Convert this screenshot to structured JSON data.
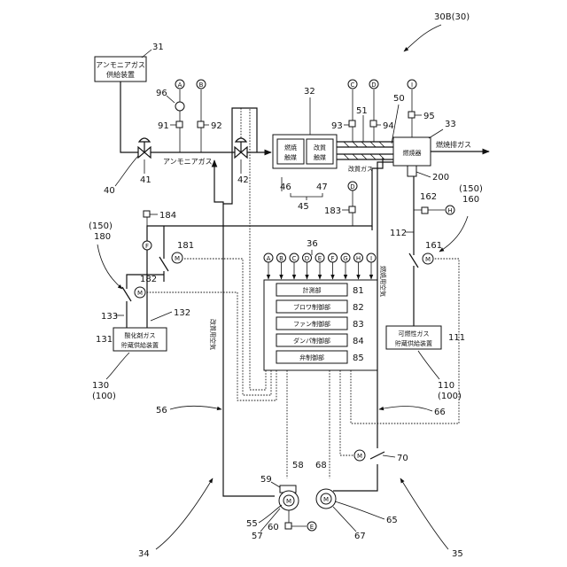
{
  "figure_label": "30B(30)",
  "components": {
    "ammonia_supply": {
      "ref": "31",
      "label_1": "アンモニアガス",
      "label_2": "供給装置"
    },
    "reformer": {
      "ref": "32",
      "combustion_catalyst_1": "燃焼",
      "combustion_catalyst_2": "触媒",
      "reforming_catalyst_1": "改質",
      "reforming_catalyst_2": "触媒"
    },
    "combustor": {
      "ref": "33",
      "label": "燃焼器"
    },
    "controller": {
      "ref": "36",
      "units": [
        {
          "ref": "81",
          "label": "計測部"
        },
        {
          "ref": "82",
          "label": "ブロワ制御部"
        },
        {
          "ref": "83",
          "label": "ファン制御部"
        },
        {
          "ref": "84",
          "label": "ダンパ制御部"
        },
        {
          "ref": "85",
          "label": "弁制御部"
        }
      ],
      "inputs": [
        "A",
        "B",
        "C",
        "D",
        "E",
        "F",
        "G",
        "H",
        "I"
      ]
    },
    "oxidizer_storage": {
      "ref": "131",
      "label_1": "酸化剤ガス",
      "label_2": "貯蔵供給装置"
    },
    "fuel_storage": {
      "ref": "111",
      "label_1": "可燃性ガス",
      "label_2": "貯蔵供給装置"
    }
  },
  "flow_labels": {
    "ammonia_gas": "アンモニアガス",
    "reformed_gas": "改質ガス",
    "exhaust_gas": "燃焼排ガス",
    "reforming_air": "改質用空気",
    "combustion_air": "燃焼用空気"
  },
  "ref_numbers": {
    "r40": "40",
    "r41": "41",
    "r42": "42",
    "r96": "96",
    "r91": "91",
    "r92": "92",
    "r93": "93",
    "r94": "94",
    "r95": "95",
    "r50": "50",
    "r51": "51",
    "r46": "46",
    "r47": "47",
    "r45": "45",
    "r183": "183",
    "r200": "200",
    "r162": "162",
    "r150_160": "(150)",
    "r160": "160",
    "r112": "112",
    "r161": "161",
    "r184": "184",
    "r150_180": "(150)",
    "r180": "180",
    "r181": "181",
    "r182": "182",
    "r133": "133",
    "r132": "132",
    "r130": "130",
    "r130b": "(100)",
    "r110": "110",
    "r110b": "(100)",
    "r56": "56",
    "r66": "66",
    "r58": "58",
    "r59": "59",
    "r68": "68",
    "r70": "70",
    "r55": "55",
    "r57": "57",
    "r60": "60",
    "r67": "67",
    "r65": "65",
    "r34": "34",
    "r35": "35"
  },
  "sensor_tags": {
    "t96": "A",
    "t91": "B",
    "t93": "C",
    "t94": "D",
    "t95": "I",
    "t183": "D",
    "t162": "H",
    "t184": "F",
    "t60": "E"
  },
  "motor_symbol": "M"
}
